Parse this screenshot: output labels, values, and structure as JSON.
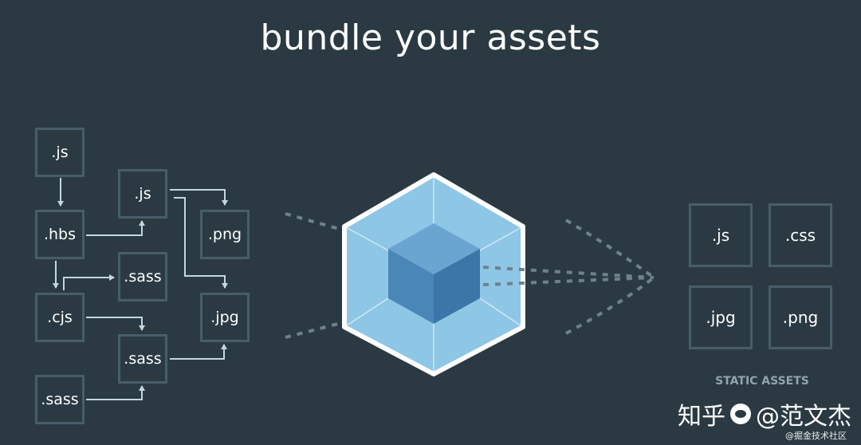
{
  "title": "bundle your assets",
  "source_modules": {
    "js_top": ".js",
    "hbs": ".hbs",
    "cjs": ".cjs",
    "sass_bottom": ".sass",
    "js_mid": ".js",
    "sass_mid": ".sass",
    "sass_lower": ".sass",
    "png": ".png",
    "jpg": ".jpg"
  },
  "static_assets": {
    "label": "STATIC ASSETS",
    "items": [
      ".js",
      ".css",
      ".jpg",
      ".png"
    ]
  },
  "watermark": {
    "site": "知乎",
    "author": "@范文杰",
    "footer": "@掘金技术社区"
  },
  "colors": {
    "background": "#2b3a42",
    "box_border": "#465e69",
    "connector": "#c3d6de",
    "cube_outer": "#8ec6e6",
    "cube_inner": "#4d8ec0",
    "cube_border": "#ffffff"
  }
}
